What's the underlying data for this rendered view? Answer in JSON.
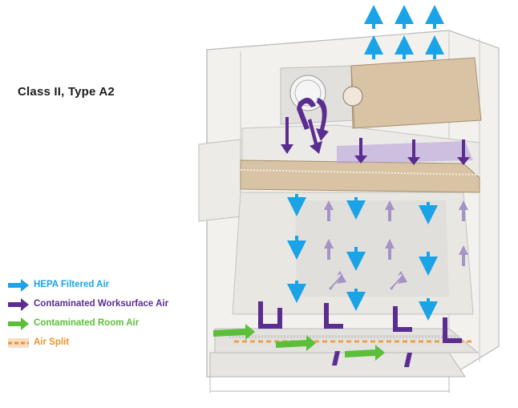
{
  "title": "Class II, Type A2",
  "legend": [
    {
      "label": "HEPA Filtered Air",
      "color": "#1aa3e6",
      "icon": "hepa-filtered-air-arrow-icon"
    },
    {
      "label": "Contaminated Worksurface Air",
      "color": "#5b2d91",
      "icon": "contaminated-worksurface-air-arrow-icon"
    },
    {
      "label": "Contaminated Room Air",
      "color": "#5bbf3a",
      "icon": "contaminated-room-air-arrow-icon"
    },
    {
      "label": "Air Split",
      "color": "#f0922b",
      "icon": "air-split-dashed-line-icon"
    }
  ],
  "colors": {
    "hepa": "#1aa3e6",
    "worksurface": "#5b2d91",
    "room": "#5bbf3a",
    "split": "#f0922b",
    "cabinet_outline": "#b9b9b9",
    "filter": "#d8c3a5"
  }
}
